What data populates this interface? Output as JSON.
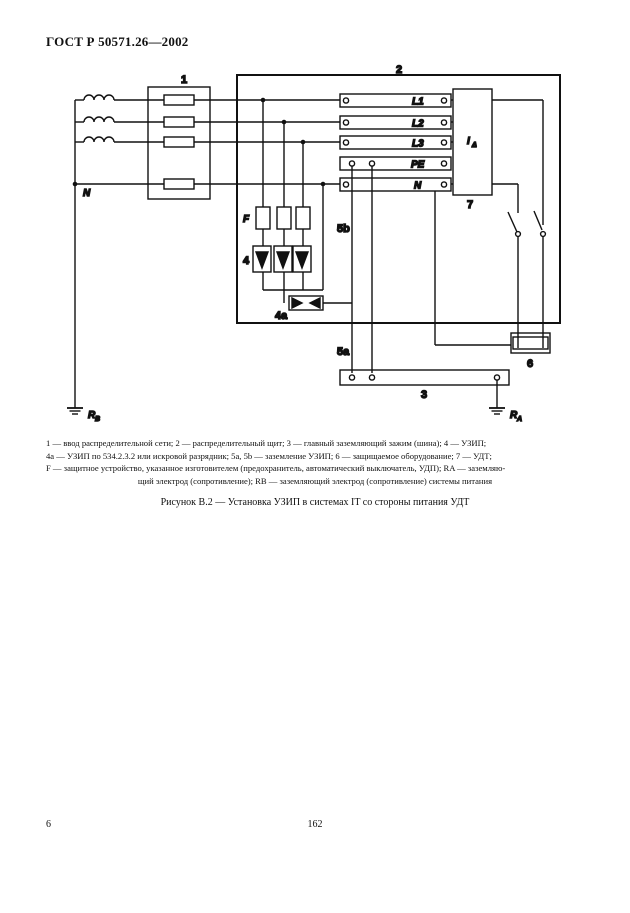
{
  "header": {
    "standard": "ГОСТ Р 50571.26—2002"
  },
  "figure": {
    "labels": {
      "n1": "1",
      "n2": "2",
      "n3": "3",
      "n4": "4",
      "n4a": "4а",
      "n5a": "5а",
      "n5b": "5b",
      "n6": "6",
      "n7": "7",
      "F": "F",
      "N_left": "N",
      "bar_L1": "L1",
      "bar_L2": "L2",
      "bar_L3": "L3",
      "bar_PE": "PE",
      "bar_N": "N",
      "rcd_I": "I",
      "rcd_sub": "Δ",
      "RB": "R",
      "RB_sub": "B",
      "RA": "R",
      "RA_sub": "A"
    }
  },
  "legend": {
    "line1": "1 — ввод распределительной сети; 2 — распределительный щит; 3 — главный заземляющий зажим (шина); 4 — УЗИП;",
    "line2": "4а — УЗИП по 534.2.3.2 или искровой разрядник; 5а, 5b — заземление УЗИП; 6 — защищаемое оборудование; 7 — УДТ;",
    "line3": "F — защитное устройство, указанное изготовителем (предохранитель, автоматический выключатель, УДП); RA — заземляю-",
    "line4": "щий электрод (сопротивление); RB — заземляющий электрод (сопротивление) системы питания"
  },
  "caption": "Рисунок В.2 — Установка УЗИП в системах IT со стороны питания УДТ",
  "footer": {
    "page_number": "162",
    "side_number": "6"
  }
}
